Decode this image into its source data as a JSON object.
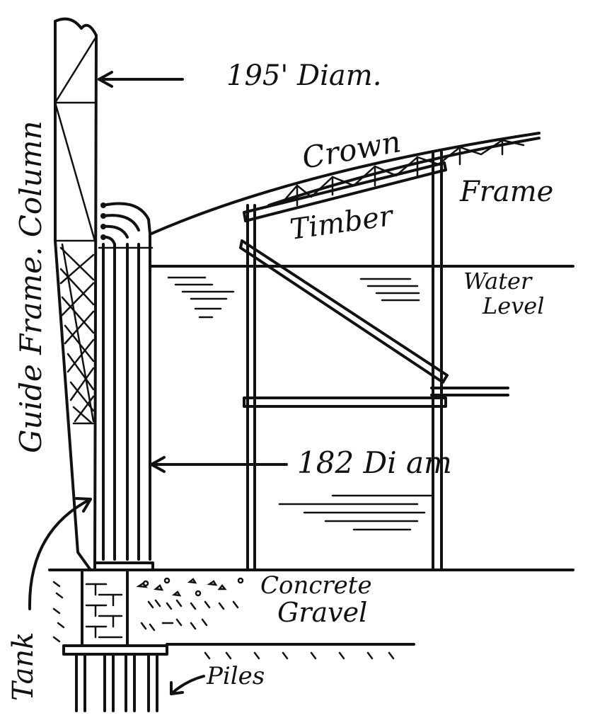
{
  "labels": {
    "outer_diameter": "195' Diam.",
    "inner_diameter": "182 Di am",
    "crown": "Crown",
    "frame": "Frame",
    "timber": "Timber",
    "water": "Water",
    "level": "Level",
    "guide_frame_column": "Guide Frame. Column",
    "concrete": "Concrete",
    "gravel": "Gravel",
    "tank": "Tank",
    "piles": "Piles"
  },
  "ink_color": "#111111"
}
